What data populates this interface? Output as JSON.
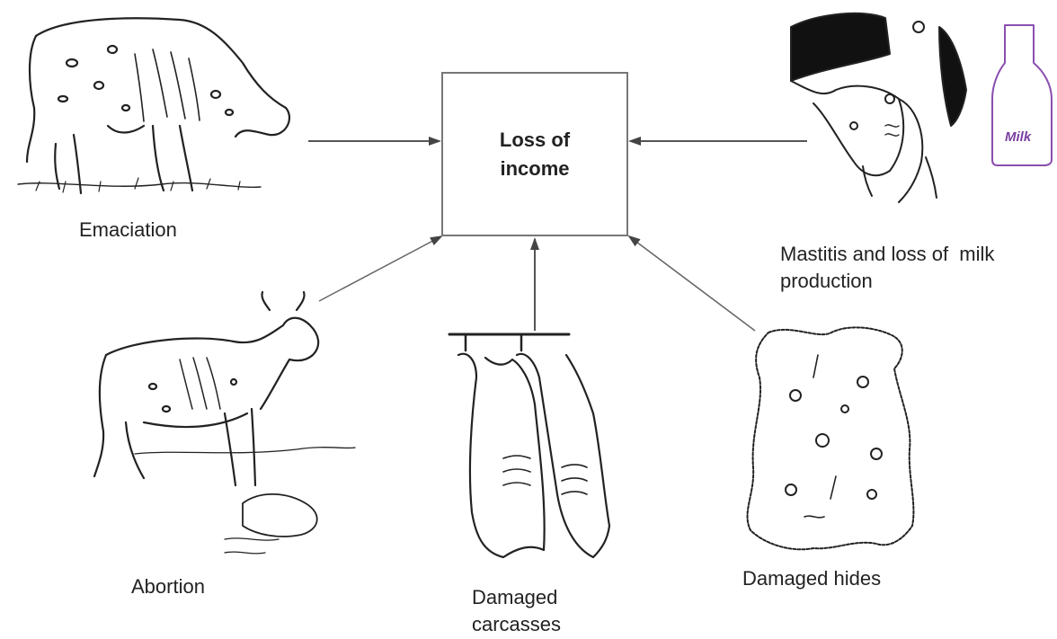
{
  "center": {
    "line1": "Loss of",
    "line2": "income"
  },
  "labels": {
    "emaciation": "Emaciation",
    "mastitis_line1": "Mastitis and loss of  milk",
    "mastitis_line2": "production",
    "abortion": "Abortion",
    "carcasses_line1": "Damaged",
    "carcasses_line2": "carcasses",
    "hides": "Damaged hides"
  },
  "milk_bottle_label": "Milk",
  "colors": {
    "box_border": "#777777",
    "arrow": "#555555",
    "bottle": "#8a4fb0"
  }
}
